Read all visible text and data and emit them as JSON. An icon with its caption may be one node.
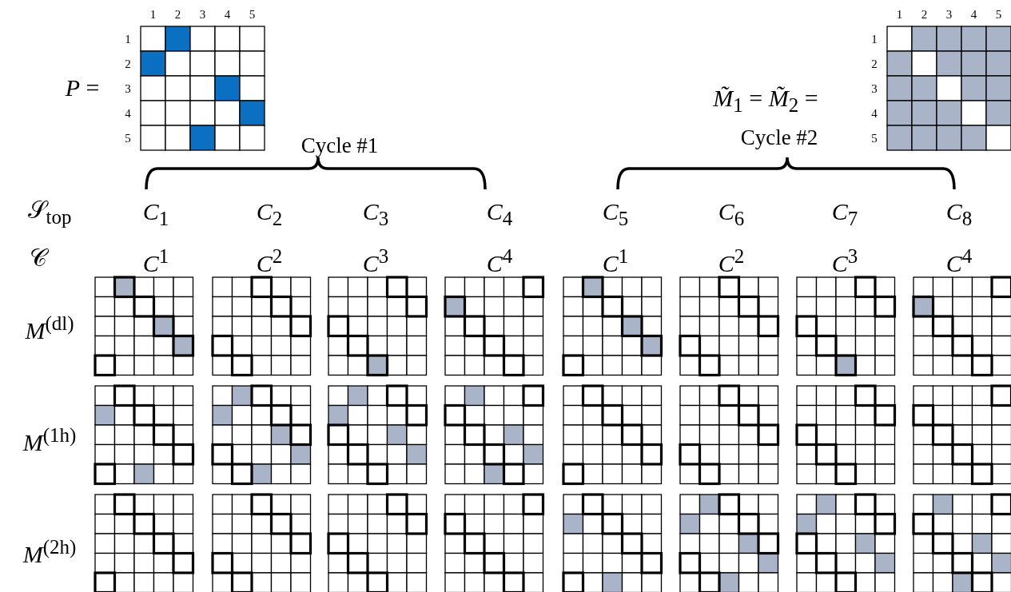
{
  "diagram": {
    "labels": [
      "1",
      "2",
      "3",
      "4",
      "5",
      "1",
      "2",
      "3",
      "4",
      "5",
      "1",
      "2",
      "3",
      "4",
      "5",
      "*P* =",
      "*M̃*$_{1}$ = *M̃*$_{2}$ =",
      "1",
      "2",
      "3",
      "4",
      "5",
      "Cycle #1",
      "Cycle #2",
      "𝒮$_{top}$",
      "*C*$_{1}$",
      "*C*$_{2}$",
      "*C*$_{3}$",
      "*C*$_{4}$",
      "*C*$_{5}$",
      "*C*$_{6}$",
      "*C*$_{7}$",
      "*C*$_{8}$",
      "𝒞",
      "*C*$^{1}$",
      "*C*$^{2}$",
      "*C*$^{3}$",
      "*C*$^{4}$",
      "*C*$^{1}$",
      "*C*$^{2}$",
      "*C*$^{3}$",
      "*C*$^{4}$",
      "*M*$^{(dl)}$",
      "*M*$^{(1h)}$",
      "*M*$^{(2h)}$"
    ]
  }
}
